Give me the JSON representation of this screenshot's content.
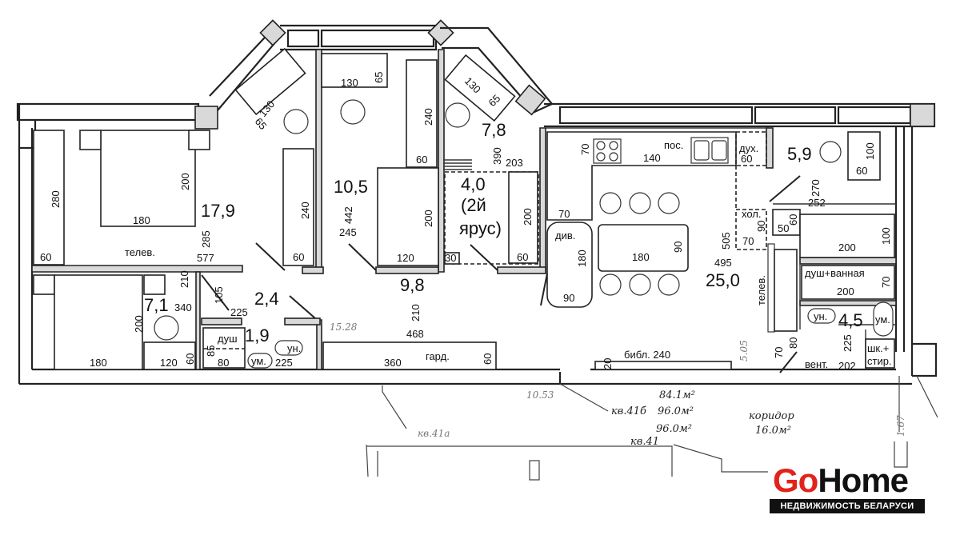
{
  "rooms": {
    "bedroom_main": "17,9",
    "kids_room": "10,5",
    "bunk_room": "4,0",
    "bunk_note_1": "(2й",
    "bunk_note_2": "ярус)",
    "balcony_room": "7,8",
    "wardrobe_hall": "9,8",
    "bedroom_small": "7,1",
    "corridor_small": "2,4",
    "shower_room": "1,9",
    "living_kitchen": "25,0",
    "bay_room": "5,9",
    "bathroom": "4,5"
  },
  "dims": {
    "d280": "280",
    "d60a": "60",
    "d200a": "200",
    "d180a": "180",
    "d285": "285",
    "d577": "577",
    "d240a": "240",
    "d60b": "60",
    "telev1": "телев.",
    "d65a": "65",
    "d130a": "130",
    "d130b": "130",
    "d65b": "65",
    "d240b": "240",
    "d60c": "60",
    "d442": "442",
    "d245": "245",
    "d200b": "200",
    "d120a": "120",
    "d30": "30",
    "d130c": "130",
    "d65c": "65",
    "d390": "390",
    "d203": "203",
    "d200c": "200",
    "d60d": "60",
    "d210a": "210",
    "d200d": "200",
    "d340": "340",
    "d180b": "180",
    "d120b": "120",
    "d60e": "60",
    "d105": "105",
    "d225a": "225",
    "dush": "душ",
    "d85": "85",
    "d80a": "80",
    "um1": "ум.",
    "un1": "ун.",
    "d225b": "225",
    "d210b": "210",
    "d468": "468",
    "d360": "360",
    "gard": "гард.",
    "d60f": "60",
    "d70a": "70",
    "d140": "140",
    "pos": "пос.",
    "dukh": "дух.",
    "d60g": "60",
    "d70b": "70",
    "div": "див.",
    "d180c": "180",
    "d90a": "90",
    "d180d": "180",
    "d90b": "90",
    "d505": "505",
    "d495": "495",
    "kho": "хол.",
    "d90c": "90",
    "d70c": "70",
    "d60h": "60",
    "d50": "50",
    "d270": "270",
    "d252": "252",
    "d100a": "100",
    "d60i": "60",
    "d200e": "200",
    "d100b": "100",
    "dush_vann": "душ+ванная",
    "d200f": "200",
    "d70d": "70",
    "telev2": "телев.",
    "un2": "ун.",
    "um2": "ум.",
    "d225c": "225",
    "shk_1": "шк.+",
    "shk_2": "стир.",
    "d80b": "80",
    "d70e": "70",
    "vent": "вент.",
    "d202": "202",
    "d20": "20",
    "bibl": "библ. 240"
  },
  "handwritten": {
    "h1528": "15.28",
    "h1053": "10.53",
    "kv41a": "кв.41а",
    "kv41b": "кв.41б",
    "a841": "84.1м²",
    "a960a": "96.0м²",
    "a960b": "96.0м²",
    "kv41": "кв.41",
    "koridor": "коридор",
    "a160": "16.0м²",
    "h505": "5.05",
    "h167": "1.67"
  },
  "logo": {
    "go": "Go",
    "home": "Home",
    "tagline": "НЕДВИЖИМОСТЬ БЕЛАРУСИ"
  }
}
